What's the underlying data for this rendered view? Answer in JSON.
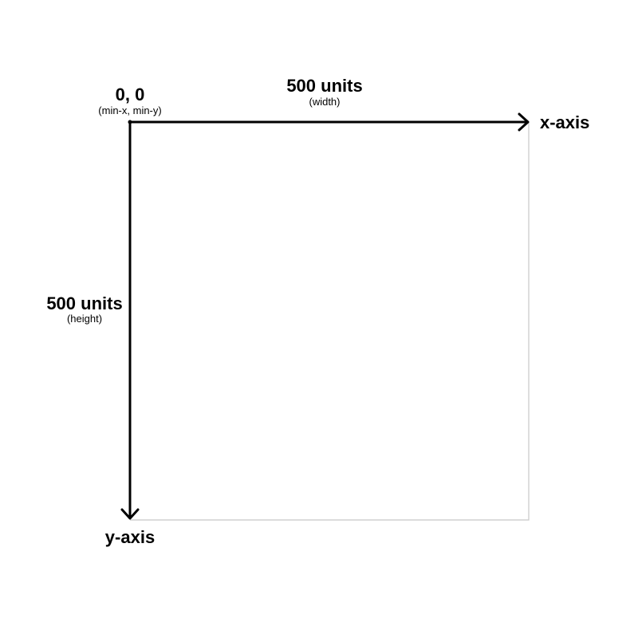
{
  "diagram": {
    "origin": {
      "value": "0, 0",
      "caption": "(min-x, min-y)"
    },
    "width": {
      "value": "500 units",
      "caption": "(width)"
    },
    "height": {
      "value": "500 units",
      "caption": "(height)"
    },
    "x_axis": {
      "label": "x-axis"
    },
    "y_axis": {
      "label": "y-axis"
    }
  },
  "colors": {
    "ink": "#000000",
    "viewport_border": "#c8c8c8",
    "background": "#ffffff"
  }
}
